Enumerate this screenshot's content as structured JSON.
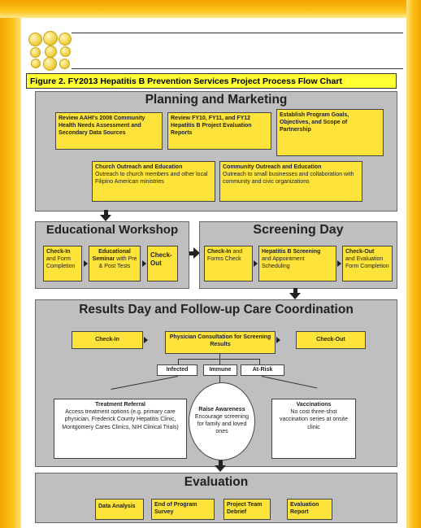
{
  "figure_title": "Figure 2. FY2013 Hepatitis B Prevention Services Project Process Flow Chart",
  "planning": {
    "title": "Planning and Marketing",
    "box1": "Review AAHI's 2008 Community Health Needs Assessment and Secondary Data Sources",
    "box2": "Review FY10, FY11, and FY12 Hepatitis B Project Evaluation Reports",
    "box3": "Establish Program Goals, Objectives, and Scope of Partnership",
    "church_title": "Church Outreach and Education",
    "church_text": "Outreach to church members and other local Filipino American ministries",
    "community_title": "Community Outreach and Education",
    "community_text": "Outreach to small businesses and collaboration with community and civic organizations"
  },
  "workshop": {
    "title": "Educational Workshop",
    "checkin_title": "Check-In",
    "checkin_text": "and Form Completion",
    "seminar_title": "Educational Seminar",
    "seminar_text": "with Pre & Post Tests",
    "checkout_title": "Check-Out"
  },
  "screening": {
    "title": "Screening Day",
    "checkin_title": "Check-In",
    "checkin_and": "and",
    "checkin_text": "Forms Check",
    "hepb_title": "Hepatitis B Screening",
    "hepb_text": "and Appointment Scheduling",
    "checkout_title": "Check-Out",
    "checkout_text": "and Evaluation Form Completion"
  },
  "results": {
    "title": "Results Day and Follow-up Care Coordination",
    "checkin": "Check-In",
    "consult": "Physician Consultation for Screening Results",
    "checkout": "Check-Out",
    "infected": "Infected",
    "immune": "Immune",
    "atrisk": "At-Risk",
    "treatment_title": "Treatment Referral",
    "treatment_text": "Access treatment options (e.g. primary care physician, Frederick County Hepatitis Clinic, Montgomery Cares Clinics, NIH Clinical Trials)",
    "awareness_title": "Raise Awareness",
    "awareness_text": "Encourage screening for family and loved ones",
    "vacc_title": "Vaccinations",
    "vacc_text": "No cost three-shot vaccination series at onsite clinic"
  },
  "evaluation": {
    "title": "Evaluation",
    "item1": "Data Analysis",
    "item2": "End of Program Survey",
    "item3": "Project Team Debrief",
    "item4": "Evaluation Report"
  }
}
